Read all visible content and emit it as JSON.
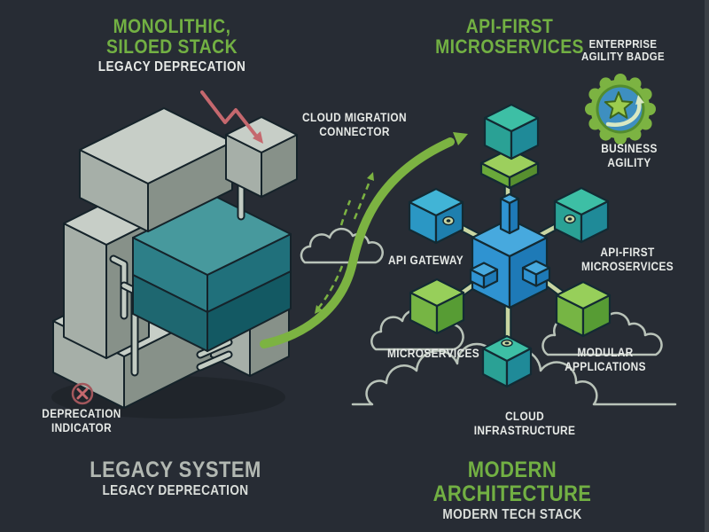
{
  "palette": {
    "background": "#272c34",
    "accent_green": "#72b043",
    "arrow_green": "#7cb342",
    "text_white": "#e7eae7",
    "text_gray": "#b2b8b2",
    "alert_red": "#c5686e",
    "cloud_outline": "#b9c3b9",
    "cube_teal": "#3dbfa5",
    "cube_blue": "#47a9de",
    "cube_green": "#97cf5a",
    "connector_rod": "#c9d6a2",
    "monolith_gray": "#c7cec7",
    "monolith_teal": "#2d7f88"
  },
  "legacy": {
    "title1": "MONOLITHIC,",
    "title2": "SILOED STACK",
    "subtitle": "LEGACY DEPRECATION",
    "indicator1": "DEPRECATION",
    "indicator2": "INDICATOR",
    "footer_title": "LEGACY SYSTEM",
    "footer_subtitle": "LEGACY DEPRECATION"
  },
  "modern": {
    "title1": "API-FIRST",
    "title2": "MICROSERVICES",
    "badge_label1": "ENTERPRISE",
    "badge_label2": "AGILITY BADGE",
    "badge_caption1": "BUSINESS",
    "badge_caption2": "AGILITY",
    "footer_title": "MODERN ARCHITECTURE",
    "footer_subtitle": "MODERN TECH STACK"
  },
  "connector": {
    "label1": "CLOUD MIGRATION",
    "label2": "CONNECTOR"
  },
  "network": {
    "api_gateway": "API GATEWAY",
    "api_first1": "API-FIRST",
    "api_first2": "MICROSERVICES",
    "microservices": "MICROSERVICES",
    "modular1": "MODULAR",
    "modular2": "APPLICATIONS",
    "cloud1": "CLOUD",
    "cloud2": "INFRASTRUCTURE"
  }
}
